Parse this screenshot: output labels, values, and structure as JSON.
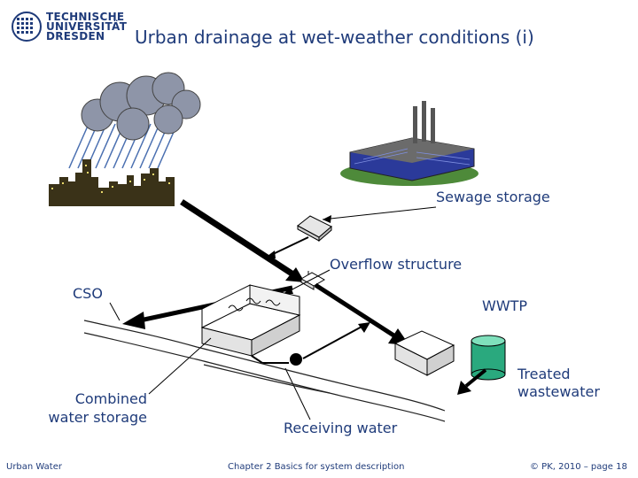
{
  "header": {
    "logo_lines": [
      "TECHNISCHE",
      "UNIVERSITÄT",
      "DRESDEN"
    ],
    "title": "Urban drainage at wet-weather conditions (i)"
  },
  "labels": {
    "sewage_storage": "Sewage storage",
    "overflow_structure": "Overflow structure",
    "cso": "CSO",
    "wwtp": "WWTP",
    "treated_wastewater_line1": "Treated",
    "treated_wastewater_line2": "wastewater",
    "combined_storage_line1": "Combined",
    "combined_storage_line2": "water storage",
    "receiving_water": "Receiving water"
  },
  "footer": {
    "left": "Urban Water",
    "center": "Chapter 2 Basics for system description",
    "right": "© PK, 2010 – page 18"
  },
  "colors": {
    "text": "#1f3b7a",
    "cloud": "#8e95a8",
    "rain": "#4a6fb0",
    "city": "#3a3218",
    "factory": "#2b3a9a",
    "green": "#4e8a3a",
    "tank": "#2aa97e"
  }
}
